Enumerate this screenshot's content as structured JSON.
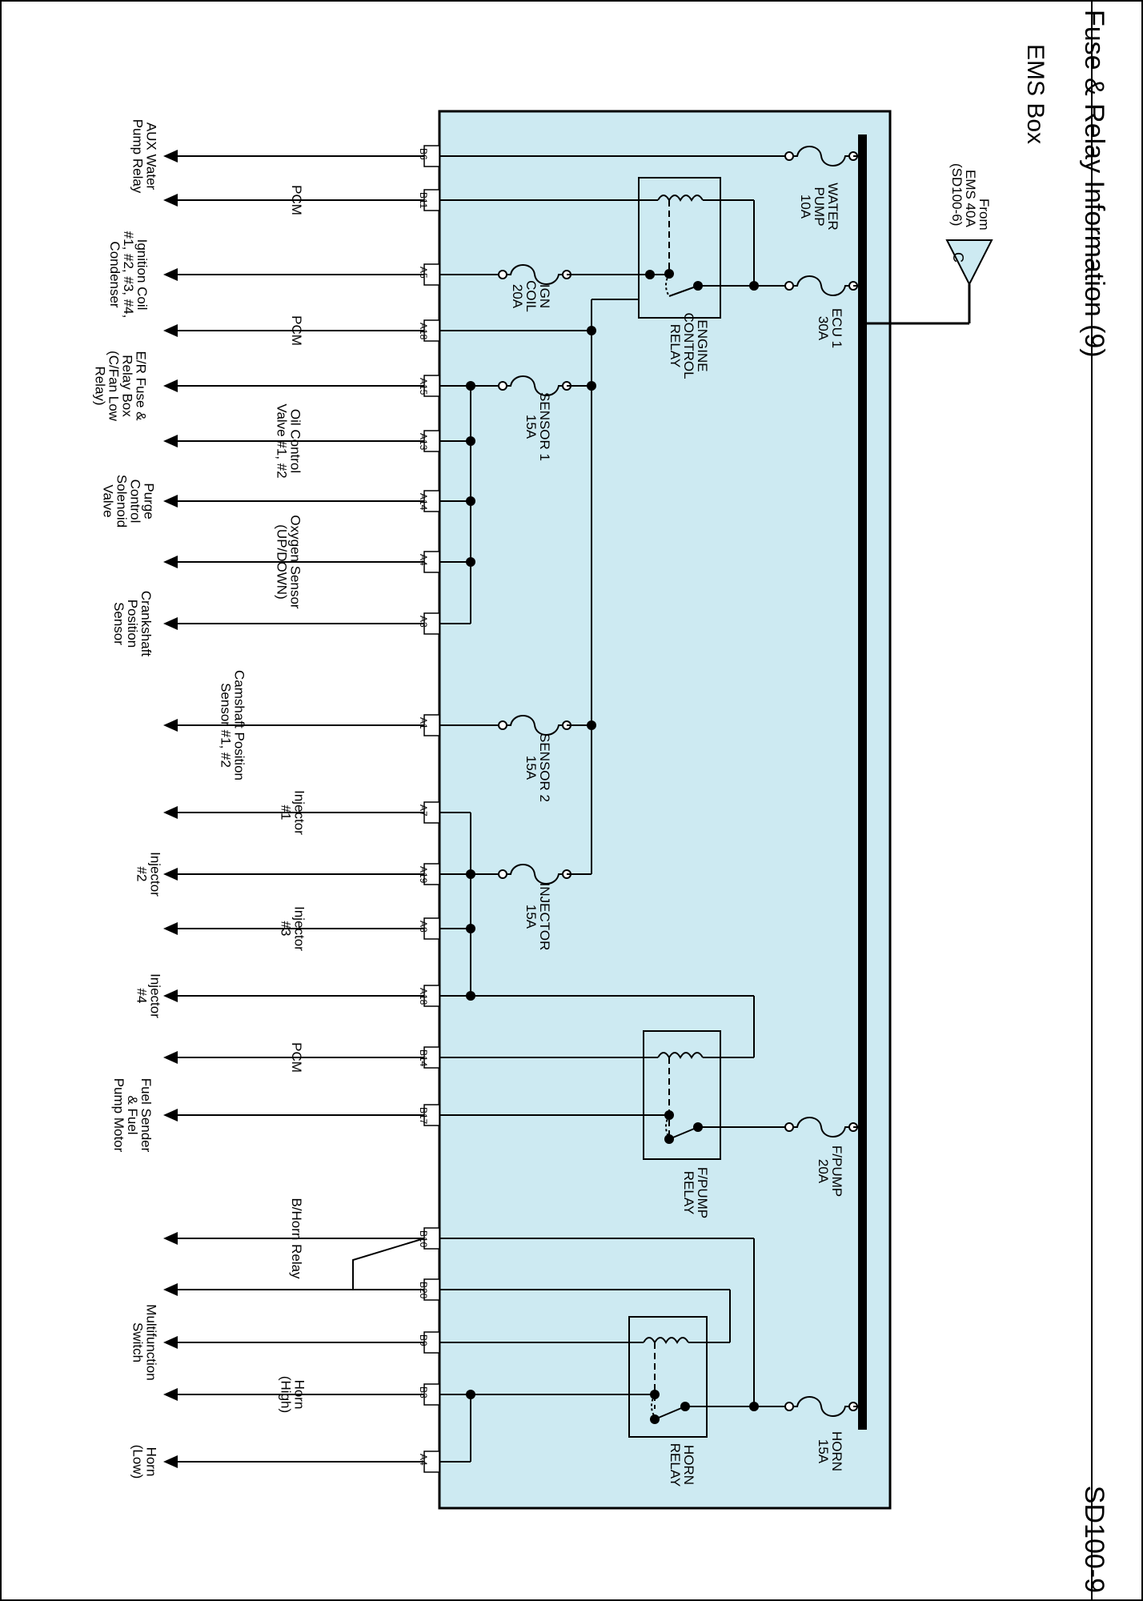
{
  "header": {
    "title": "Fuse & Relay Information (9)",
    "page_code": "SD100-9",
    "box_name": "EMS Box"
  },
  "source": {
    "line1": "From",
    "line2": "EMS 40A",
    "line3": "(SD100-6)",
    "connector": "C"
  },
  "fuses": [
    {
      "id": "water_pump",
      "name": "WATER PUMP",
      "rating": "10A"
    },
    {
      "id": "ecu1",
      "name": "ECU 1",
      "rating": "30A"
    },
    {
      "id": "ign_coil",
      "name": "IGN COIL",
      "rating": "20A"
    },
    {
      "id": "sensor1",
      "name": "SENSOR 1",
      "rating": "15A"
    },
    {
      "id": "sensor2",
      "name": "SENSOR 2",
      "rating": "15A"
    },
    {
      "id": "injector",
      "name": "INJECTOR",
      "rating": "15A"
    },
    {
      "id": "fpump",
      "name": "F/PUMP",
      "rating": "20A"
    },
    {
      "id": "horn",
      "name": "HORN",
      "rating": "15A"
    }
  ],
  "relays": [
    {
      "id": "ecr",
      "name": "ENGINE CONTROL RELAY"
    },
    {
      "id": "fpr",
      "name": "F/PUMP RELAY"
    },
    {
      "id": "hr",
      "name": "HORN RELAY"
    }
  ],
  "pins": [
    "B6",
    "B11",
    "A5",
    "A18",
    "A15",
    "A13",
    "A14",
    "A4",
    "A3",
    "A1",
    "A7",
    "A19",
    "A8",
    "A18",
    "B14",
    "B17",
    "B10",
    "B20",
    "B9",
    "B3",
    "A4"
  ],
  "outputs": [
    {
      "id": "aux_water",
      "text": "AUX Water Pump Relay"
    },
    {
      "id": "pcm_b11",
      "text": "PCM"
    },
    {
      "id": "ign_coil",
      "text": "Ignition Coil #1, #2, #3, #4, Condenser"
    },
    {
      "id": "pcm_a18",
      "text": "PCM"
    },
    {
      "id": "er_fuse",
      "text": "E/R Fuse & Relay Box (C/Fan Low Relay)"
    },
    {
      "id": "oil_ctrl",
      "text": "Oil Control Valve #1, #2"
    },
    {
      "id": "purge",
      "text": "Purge Control Solenoid Valve"
    },
    {
      "id": "oxygen",
      "text": "Oxygen Sensor (UP/DOWN)"
    },
    {
      "id": "crank",
      "text": "Crankshaft Position Sensor"
    },
    {
      "id": "cam",
      "text": "Camshaft Position Sensor #1, #2"
    },
    {
      "id": "inj1",
      "text": "Injector #1"
    },
    {
      "id": "inj2",
      "text": "Injector #2"
    },
    {
      "id": "inj3",
      "text": "Injector #3"
    },
    {
      "id": "inj4",
      "text": "Injector #4"
    },
    {
      "id": "pcm_b14",
      "text": "PCM"
    },
    {
      "id": "fuel_sender",
      "text": "Fuel Sender & Fuel Pump Motor"
    },
    {
      "id": "bhorn",
      "text": "B/Horn Relay"
    },
    {
      "id": "multi",
      "text": "Multifunction Switch"
    },
    {
      "id": "horn_high",
      "text": "Horn (High)"
    },
    {
      "id": "horn_low",
      "text": "Horn (Low)"
    }
  ],
  "colors": {
    "box_fill": "#cdeaf2",
    "line": "#000000"
  }
}
